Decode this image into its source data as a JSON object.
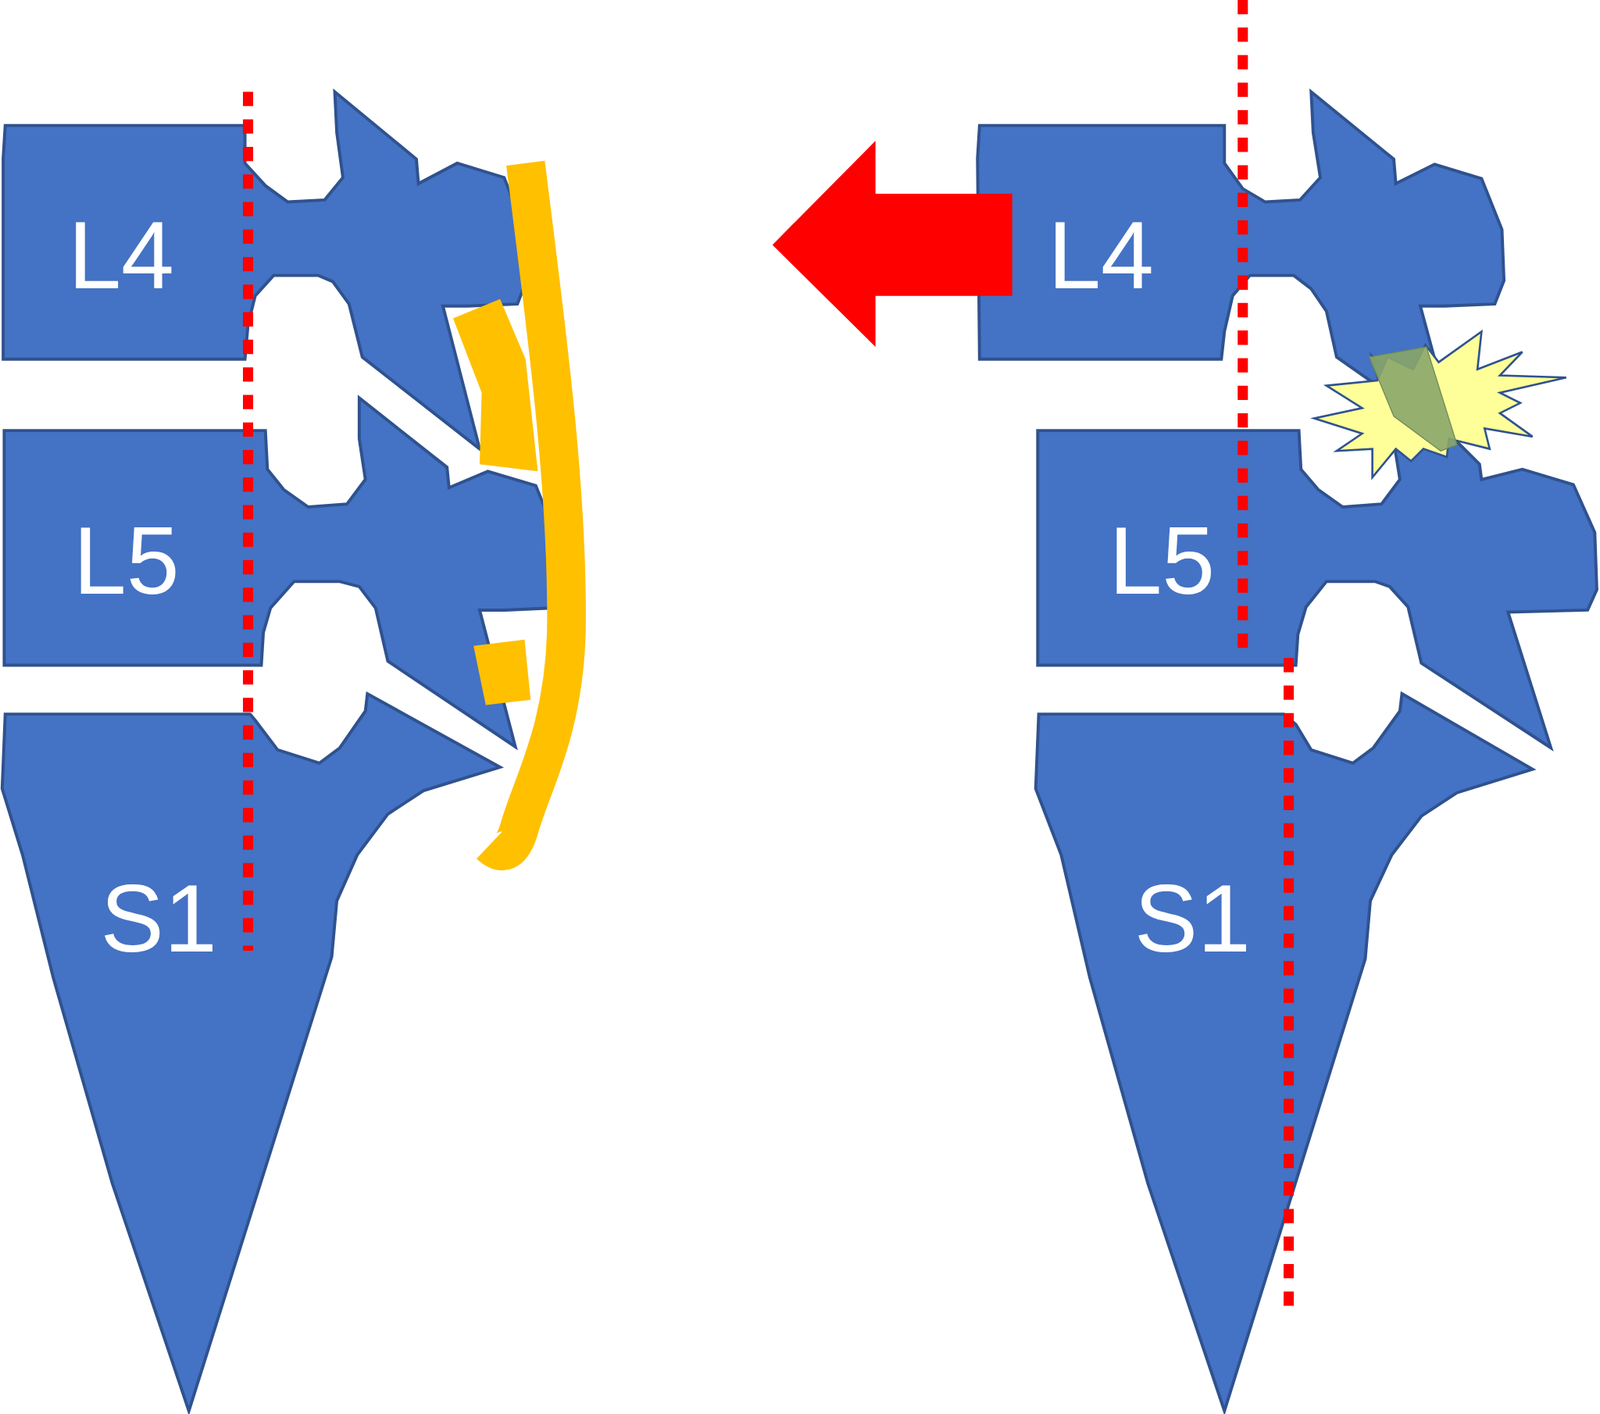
{
  "diagram": {
    "nodes": [
      {
        "text": [
          "L4"
        ]
      },
      {
        "text": [
          "L5"
        ]
      },
      {
        "text": [
          "S1"
        ]
      },
      {
        "text": [
          "L4"
        ]
      },
      {
        "text": [
          "L5"
        ]
      },
      {
        "text": [
          "S1"
        ]
      }
    ]
  }
}
